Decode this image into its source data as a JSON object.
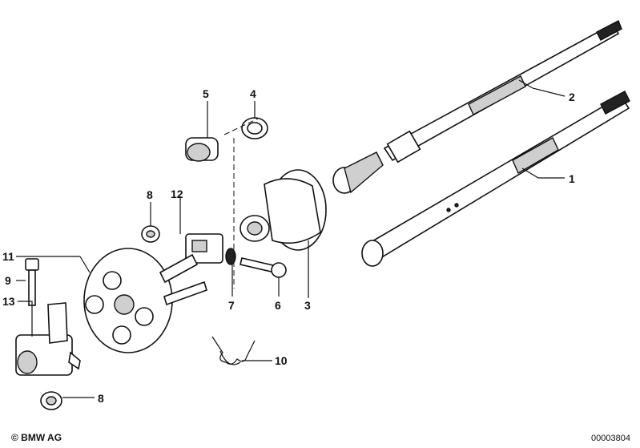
{
  "callouts": {
    "c1": "1",
    "c2": "2",
    "c3": "3",
    "c4": "4",
    "c5": "5",
    "c6": "6",
    "c7": "7",
    "c8a": "8",
    "c8b": "8",
    "c9": "9",
    "c10": "10",
    "c11": "11",
    "c12": "12",
    "c13": "13"
  },
  "footer": {
    "brand": "© BMW AG",
    "code": "00003804"
  }
}
